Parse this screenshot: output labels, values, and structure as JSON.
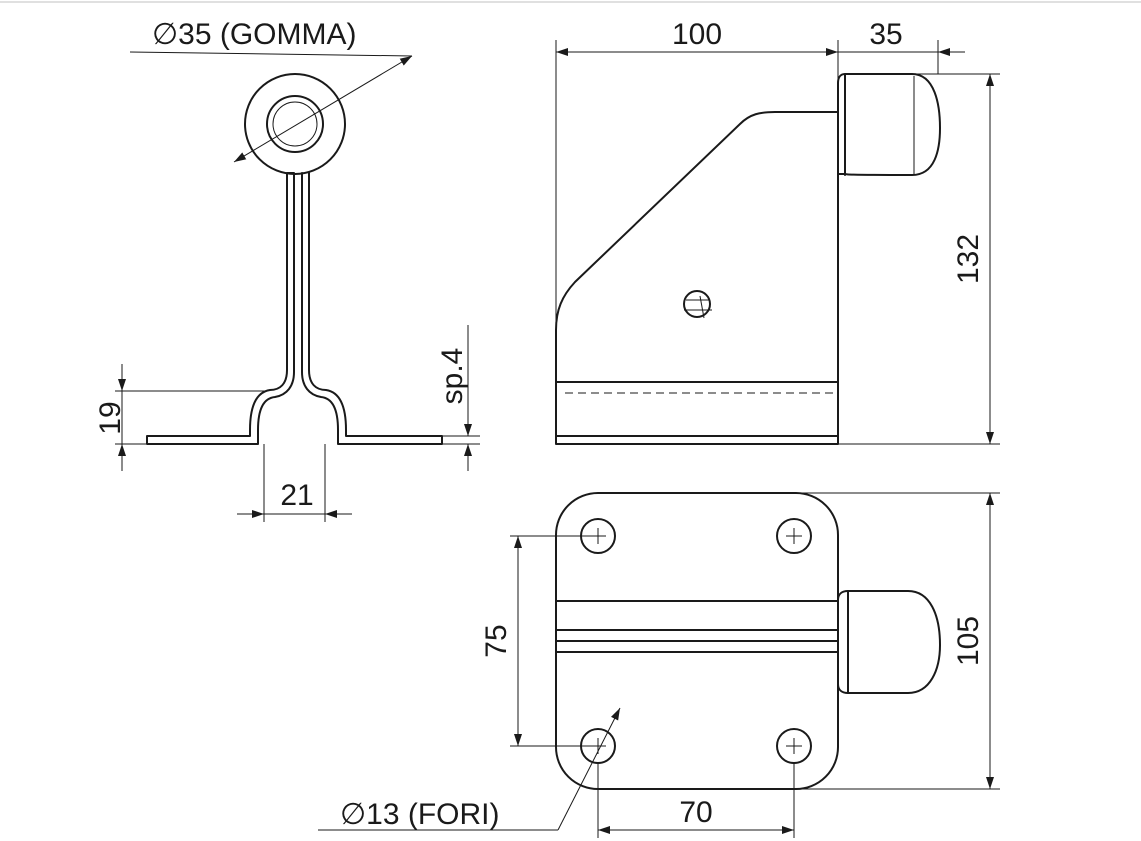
{
  "dimensions": {
    "rubber_diameter": "∅35 (GOMMA)",
    "bend_height": "19",
    "bend_width": "21",
    "thickness": "sp.4",
    "length": "100",
    "rubber_length": "35",
    "height": "132",
    "hole_spacing_vertical": "75",
    "plate_width": "105",
    "hole_diameter": "∅13 (FORI)",
    "hole_spacing_horizontal": "70"
  }
}
